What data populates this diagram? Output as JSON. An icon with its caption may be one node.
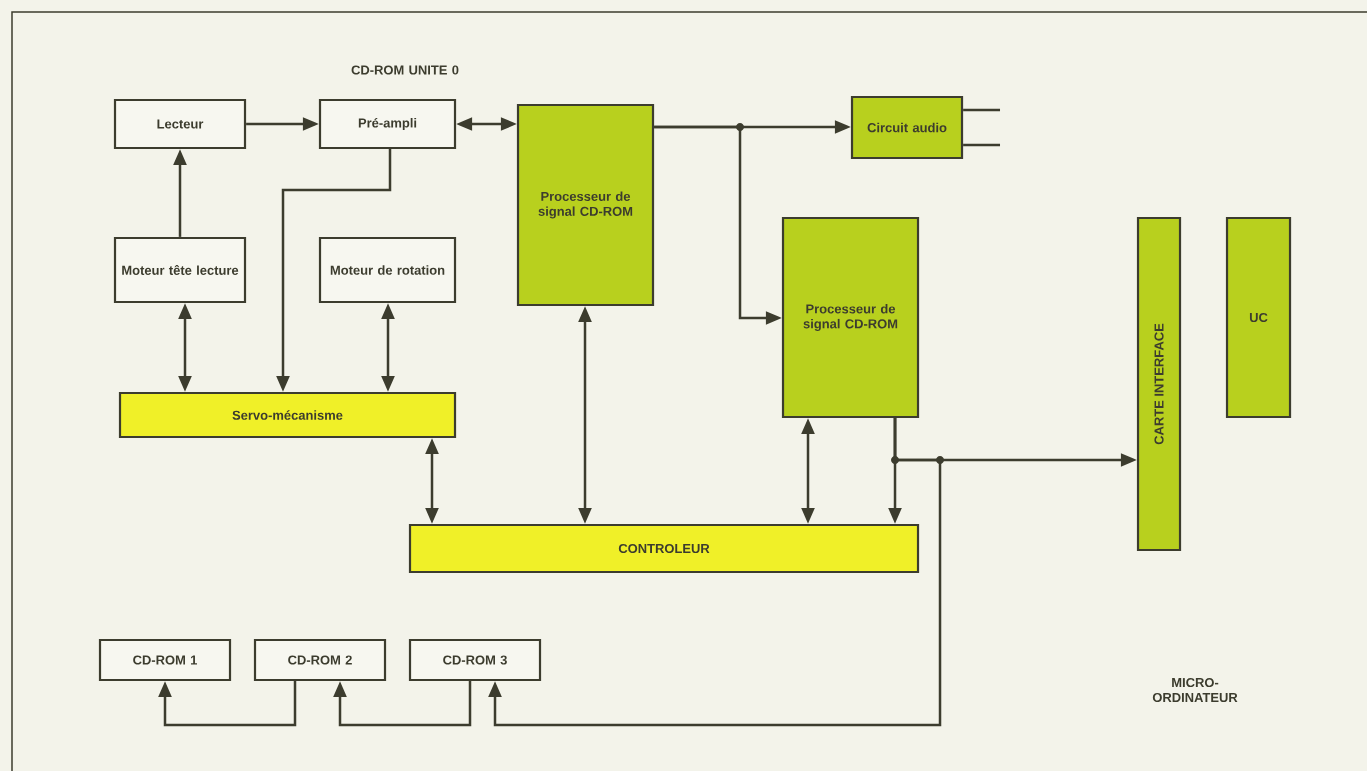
{
  "diagram": {
    "nodes": [
      {
        "text": [
          "Lecteur"
        ]
      },
      {
        "text": [
          "Pré-ampli"
        ]
      },
      {
        "text": [
          "Processeur de signal CD-ROM"
        ]
      },
      {
        "text": [
          "Circuit audio"
        ]
      },
      {
        "text": [
          "Moteur tête lecture"
        ]
      },
      {
        "text": [
          "Moteur de rotation"
        ]
      },
      {
        "text": [
          "Processeur de signal CD-ROM"
        ]
      },
      {
        "text": [
          "CARTE INTERFACE"
        ]
      },
      {
        "text": [
          "UC"
        ]
      },
      {
        "text": [
          "Servo-mécanisme"
        ]
      },
      {
        "text": [
          "CONTROLEUR"
        ]
      },
      {
        "text": [
          "CD-ROM 1"
        ]
      },
      {
        "text": [
          "CD-ROM 2"
        ]
      },
      {
        "text": [
          "CD-ROM 3"
        ]
      }
    ],
    "edges": [
      {
        "from": 0,
        "to": 1,
        "arrow": "to"
      },
      {
        "from": 4,
        "to": 0,
        "arrow": "to"
      },
      {
        "from": 1,
        "to": 2,
        "arrow": "both"
      },
      {
        "from": 1,
        "to": 9,
        "arrow": "to"
      },
      {
        "from": 4,
        "to": 9,
        "arrow": "both"
      },
      {
        "from": 5,
        "to": 9,
        "arrow": "both"
      },
      {
        "from": 2,
        "to": 3,
        "arrow": "to"
      },
      {
        "from": 2,
        "to": 6,
        "arrow": "to"
      },
      {
        "from": 3,
        "to": null,
        "arrow": "none"
      },
      {
        "from": 3,
        "to": null,
        "arrow": "none"
      },
      {
        "from": 9,
        "to": 10,
        "arrow": "both"
      },
      {
        "from": 2,
        "to": 10,
        "arrow": "both"
      },
      {
        "from": 6,
        "to": 10,
        "arrow": "both"
      },
      {
        "from": 6,
        "to": 10,
        "arrow": "to"
      },
      {
        "from": 6,
        "to": 7,
        "arrow": "to"
      },
      {
        "from": 6,
        "to": 13,
        "arrow": "to"
      },
      {
        "from": 12,
        "to": 11,
        "arrow": "to"
      },
      {
        "from": 13,
        "to": 12,
        "arrow": "to"
      }
    ],
    "labels": [
      "CD-ROM UNITE 0",
      "MICRO- ORDINATEUR"
    ]
  }
}
